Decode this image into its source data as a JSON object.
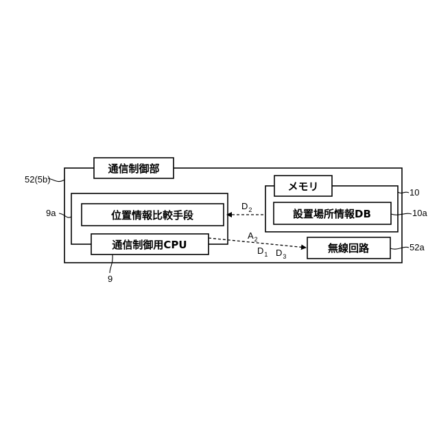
{
  "blocks": {
    "outer": "通信制御部",
    "memory": "メモリ",
    "db": "設置場所情報DB",
    "compare": "位置情報比較手段",
    "cpu": "通信制御用CPU",
    "radio": "無線回路"
  },
  "refs": {
    "outer": "52(5b)",
    "memory": "10",
    "db": "10a",
    "cpu_group": "9a",
    "cpu": "9",
    "radio": "52a"
  },
  "signals": {
    "d2": {
      "letter": "D",
      "sub": "2"
    },
    "a2": {
      "letter": "A",
      "sub": "2"
    },
    "d1": {
      "letter": "D",
      "sub": "1"
    },
    "d3": {
      "letter": "D",
      "sub": "3"
    }
  }
}
